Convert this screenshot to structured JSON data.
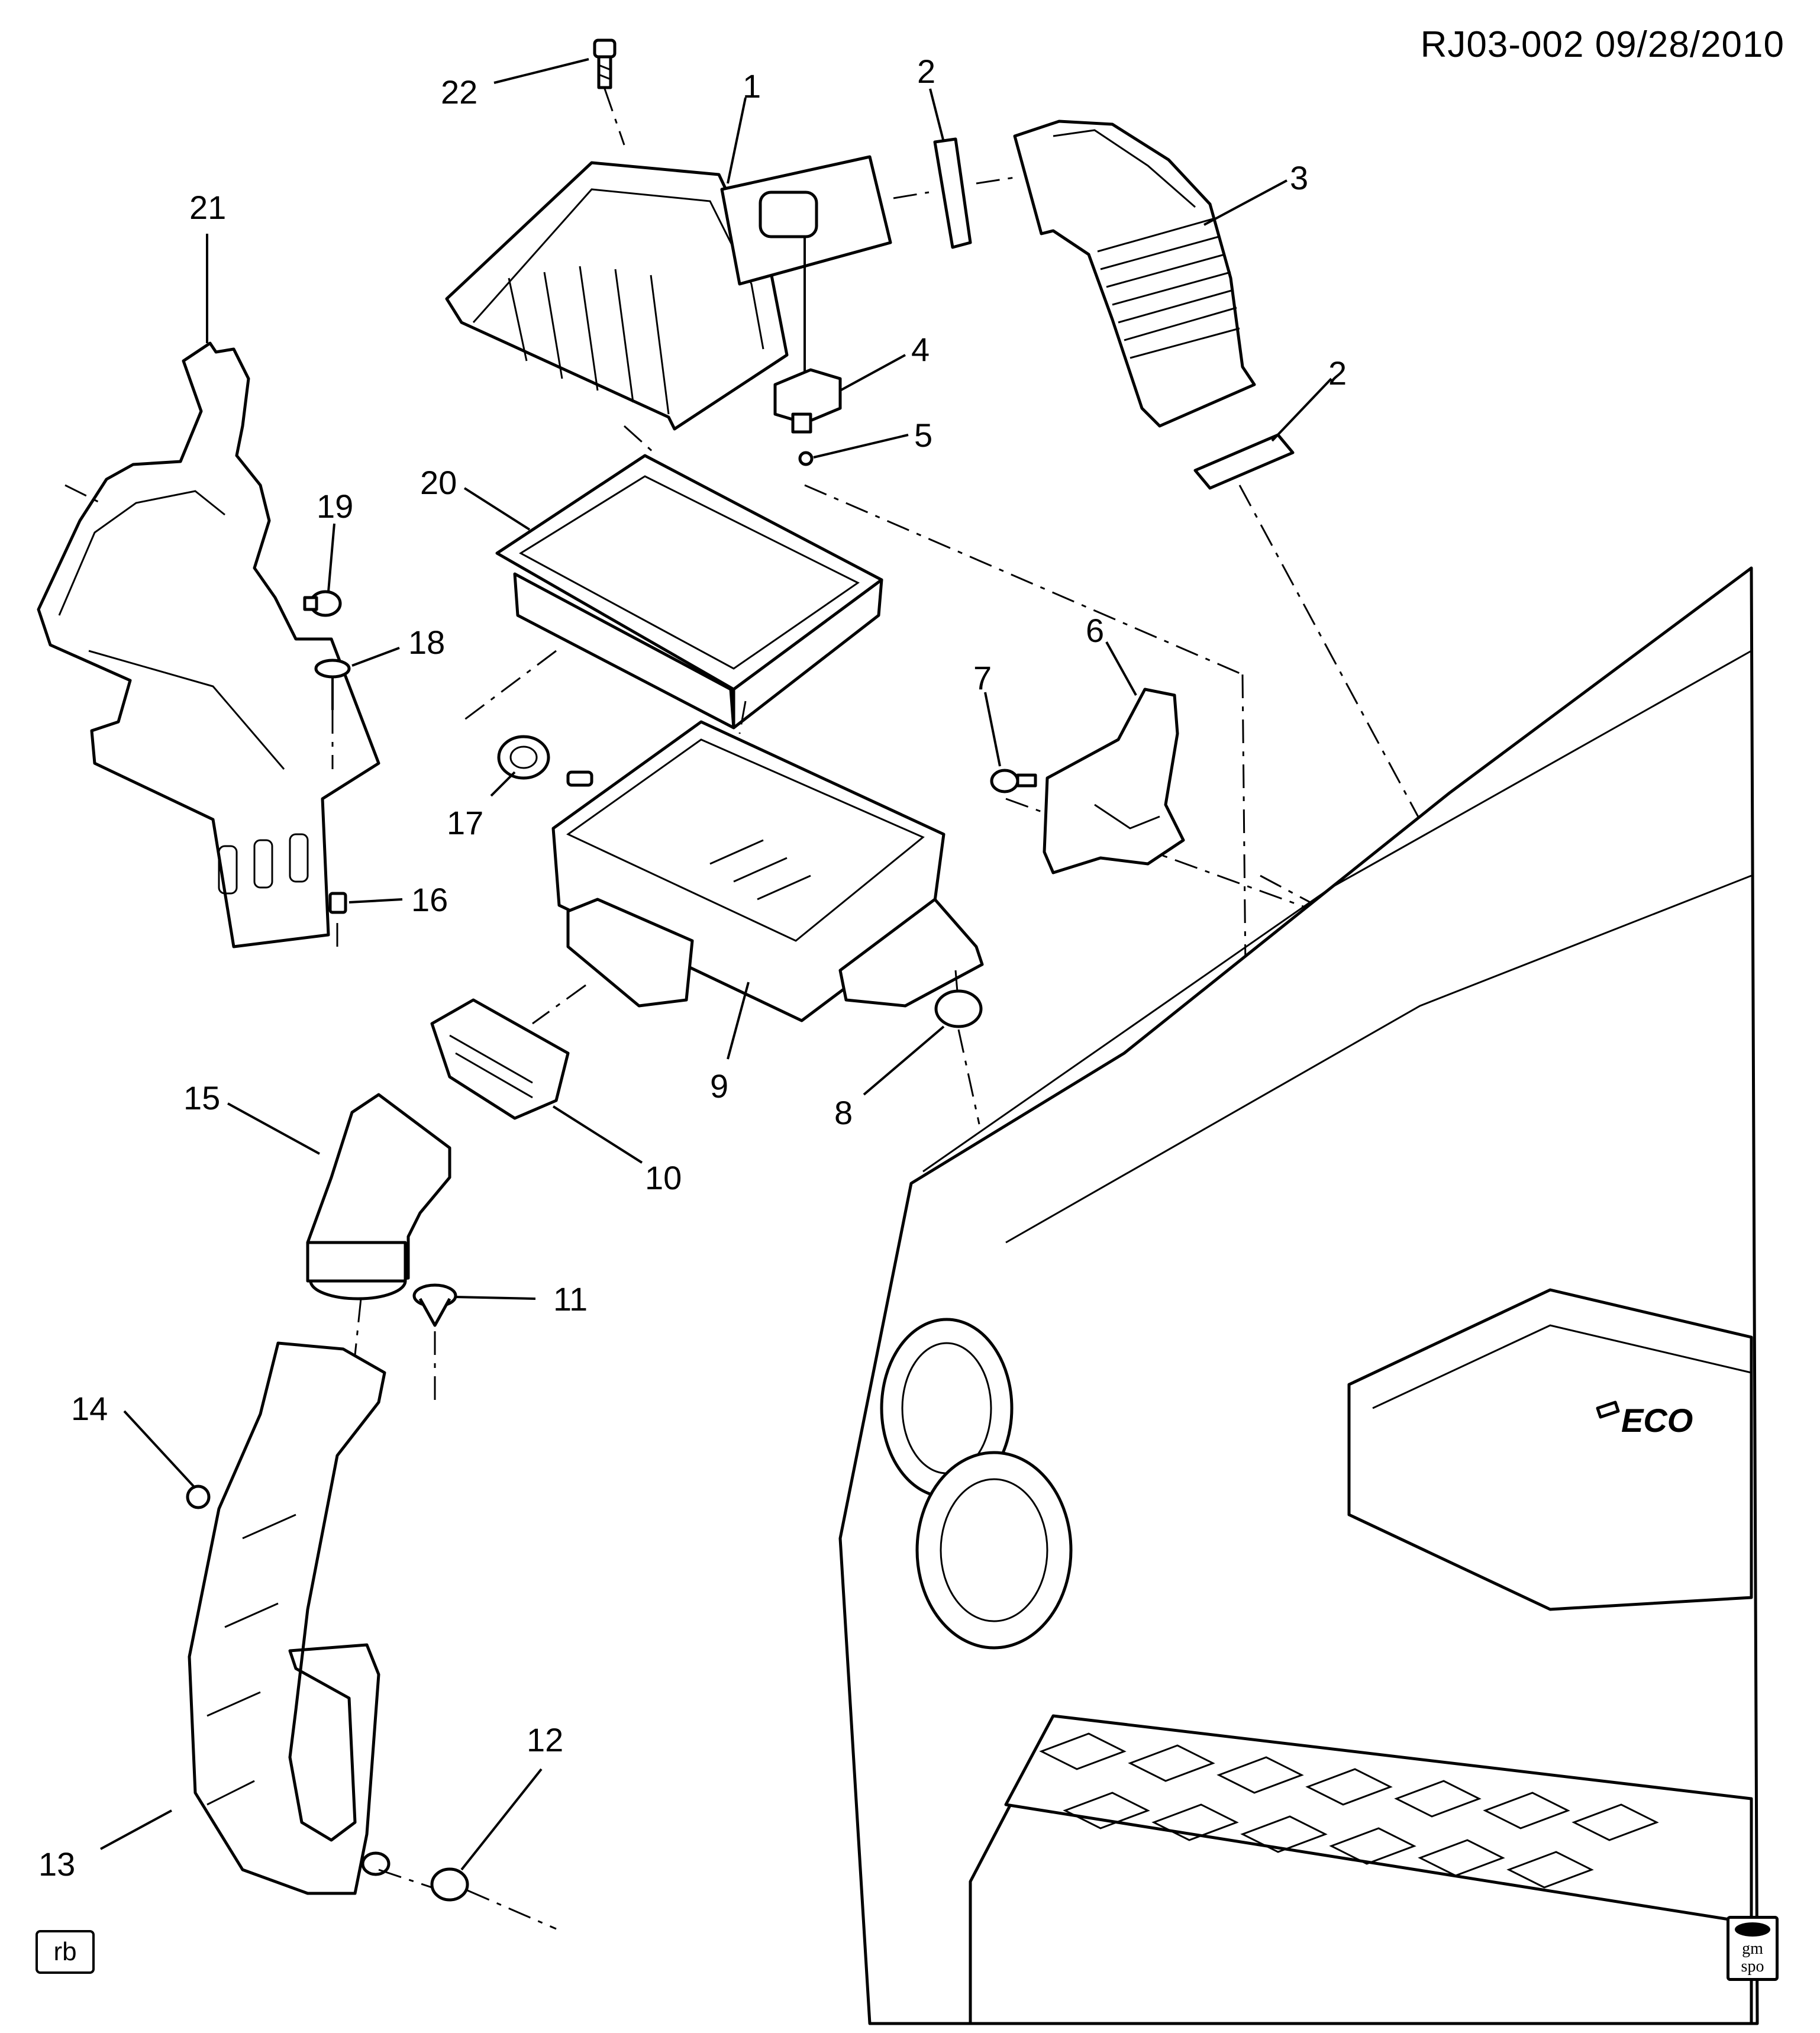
{
  "header": {
    "code": "RJ03-002  09/28/2010"
  },
  "footer": {
    "tag": "rb",
    "logo_text_1": "gm",
    "logo_text_2": "spo"
  },
  "callouts": [
    {
      "id": "c22",
      "label": "22"
    },
    {
      "id": "c1",
      "label": "1"
    },
    {
      "id": "c2a",
      "label": "2"
    },
    {
      "id": "c3",
      "label": "3"
    },
    {
      "id": "c21",
      "label": "21"
    },
    {
      "id": "c4",
      "label": "4"
    },
    {
      "id": "c2b",
      "label": "2"
    },
    {
      "id": "c5",
      "label": "5"
    },
    {
      "id": "c20",
      "label": "20"
    },
    {
      "id": "c19",
      "label": "19"
    },
    {
      "id": "c18",
      "label": "18"
    },
    {
      "id": "c6",
      "label": "6"
    },
    {
      "id": "c7",
      "label": "7"
    },
    {
      "id": "c17",
      "label": "17"
    },
    {
      "id": "c16",
      "label": "16"
    },
    {
      "id": "c9",
      "label": "9"
    },
    {
      "id": "c8",
      "label": "8"
    },
    {
      "id": "c15",
      "label": "15"
    },
    {
      "id": "c10",
      "label": "10"
    },
    {
      "id": "c11",
      "label": "11"
    },
    {
      "id": "c14",
      "label": "14"
    },
    {
      "id": "c12",
      "label": "12"
    },
    {
      "id": "c13",
      "label": "13"
    }
  ],
  "engine_badge": "ECO"
}
